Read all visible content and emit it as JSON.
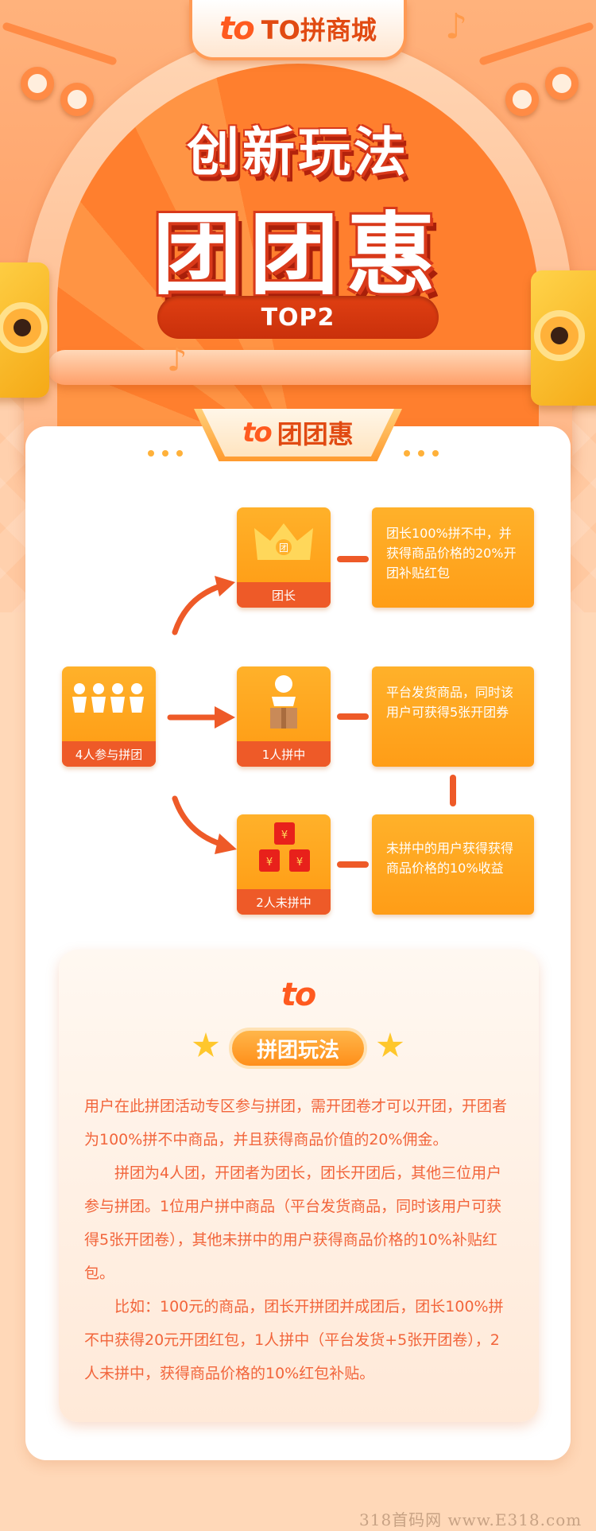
{
  "header": {
    "logo_mark": "to",
    "logo_text": "TO拼商城"
  },
  "hero": {
    "title_line1": "创新玩法",
    "title_line2": "团团惠",
    "badge": "TOP2"
  },
  "card": {
    "tab_mark": "to",
    "tab_text": "团团惠"
  },
  "flow": {
    "start": {
      "label": "4人参与拼团",
      "icon": "four-people-icon"
    },
    "roles": [
      {
        "label": "团长",
        "icon": "crown-icon",
        "crown_char": "团",
        "info": "团长100%拼不中，并获得商品价格的20%开团补贴红包"
      },
      {
        "label": "1人拼中",
        "icon": "person-with-box-icon",
        "info": "平台发货商品，同时该用户可获得5张开团券"
      },
      {
        "label": "2人未拼中",
        "icon": "red-envelope-icon",
        "envelope_char": "¥",
        "info": "未拼中的用户获得获得商品价格的10%收益"
      }
    ]
  },
  "rules": {
    "logo_mark": "to",
    "title": "拼团玩法",
    "paragraphs": [
      "用户在此拼团活动专区参与拼团，需开团卷才可以开团，开团者为100%拼不中商品，并且获得商品价值的20%佣金。",
      "拼团为4人团，开团者为团长，团长开团后，其他三位用户参与拼团。1位用户拼中商品（平台发货商品，同时该用户可获得5张开团卷），其他未拼中的用户获得商品价格的10%补贴红包。",
      "比如：100元的商品，团长开拼团并成团后，团长100%拼不中获得20元开团红包，1人拼中（平台发货+5张开团卷），2人未拼中，获得商品价格的10%红包补贴。"
    ]
  },
  "watermark": "318首码网 www.E318.com",
  "colors": {
    "primary_orange": "#ff9a12",
    "accent_red": "#ee5a28",
    "text_orange": "#f2653b",
    "background": "#ffd8b8"
  }
}
